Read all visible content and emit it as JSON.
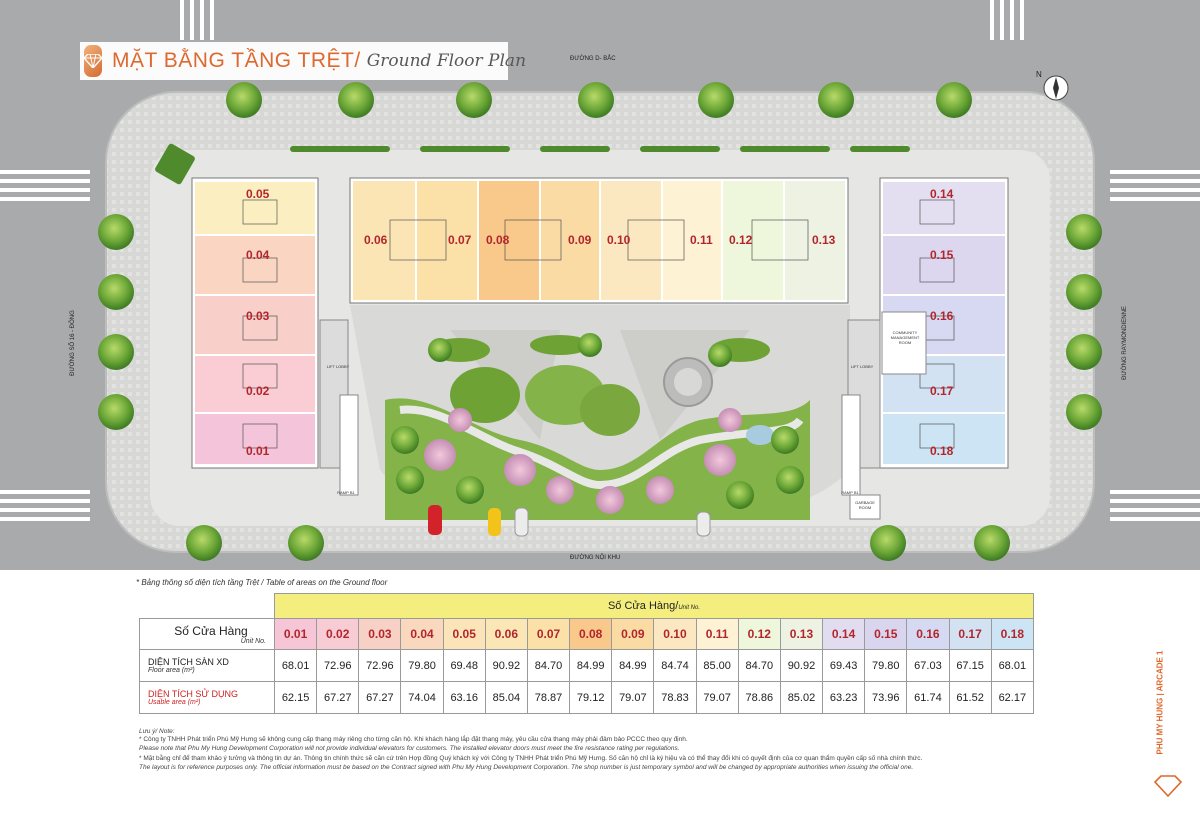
{
  "title": {
    "vn": "MẶT BẰNG TẦNG TRỆT/",
    "en": "Ground Floor Plan"
  },
  "compass": "N",
  "roads": {
    "top": "ĐƯỜNG D- BẮC",
    "left": "ĐƯỜNG SỐ 16 - ĐÔNG",
    "right": "ĐƯỜNG RAYMONDIENNE",
    "bottom": "ĐƯỜNG NỘI KHU"
  },
  "rooms": {
    "lift_lobby_left": "LIFT LOBBY",
    "lift_lobby_right": "LIFT LOBBY",
    "community": "COMMUNITY MANAGEMENT ROOM",
    "ramp_left": "RAMP B1",
    "ramp_right": "RAMP B1",
    "garbage": "GARBAGE ROOM"
  },
  "units": [
    "0.01",
    "0.02",
    "0.03",
    "0.04",
    "0.05",
    "0.06",
    "0.07",
    "0.08",
    "0.09",
    "0.10",
    "0.11",
    "0.12",
    "0.13",
    "0.14",
    "0.15",
    "0.16",
    "0.17",
    "0.18"
  ],
  "table": {
    "note_vn": "* Bảng thông số diện tích tầng Trệt /",
    "note_en": "Table of areas on the Ground floor",
    "header_vn": "Số Cửa Hàng/",
    "header_en": "Unit No.",
    "unit_label_vn": "Số Cửa Hàng",
    "unit_label_en": "Unit No.",
    "floor_label_vn": "DIỆN TÍCH SÀN XD",
    "floor_label_en": "Floor area (m²)",
    "usable_label_vn": "DIỆN TÍCH SỬ DỤNG",
    "usable_label_en": "Usable area (m²)",
    "unit_colors": [
      "#f6c6d6",
      "#f8ccd4",
      "#f8d1c6",
      "#fad8bd",
      "#fbe4b8",
      "#fbe6b6",
      "#fbe0a8",
      "#f8c98a",
      "#fbdba4",
      "#fbe8c0",
      "#fdf2d4",
      "#eef6dc",
      "#eef2e3",
      "#e1dcef",
      "#dad5ef",
      "#d5d9f1",
      "#d3e2f3",
      "#cde4f4"
    ],
    "floor_area": [
      "68.01",
      "72.96",
      "72.96",
      "79.80",
      "69.48",
      "90.92",
      "84.70",
      "84.99",
      "84.99",
      "84.74",
      "85.00",
      "84.70",
      "90.92",
      "69.43",
      "79.80",
      "67.03",
      "67.15",
      "68.01"
    ],
    "usable_area": [
      "62.15",
      "67.27",
      "67.27",
      "74.04",
      "63.16",
      "85.04",
      "78.87",
      "79.12",
      "79.07",
      "78.83",
      "79.07",
      "78.86",
      "85.02",
      "63.23",
      "73.96",
      "61.74",
      "61.52",
      "62.17"
    ]
  },
  "notes": {
    "heading": "Lưu ý/ Note:",
    "n1_vn": "* Công ty TNHH Phát triển Phú Mỹ Hưng sẽ không cung cấp thang máy riêng cho từng căn hộ. Khi khách hàng lắp đặt thang máy, yêu cầu cửa thang máy phải đảm bảo PCCC theo quy định.",
    "n1_en": "Please note that Phu My Hung Development Corporation will not provide individual elevators for customers. The installed elevator doors must meet the fire resistance rating per regulations.",
    "n2_vn": "* Mặt bằng chỉ để tham khảo ý tưởng và thông tin dự án. Thông tin chính thức sẽ căn cứ trên Hợp đồng Quý khách ký với Công ty TNHH Phát triển Phú Mỹ Hưng. Số căn hộ chỉ là ký hiệu và có thể thay đổi khi có quyết định của cơ quan thẩm quyền cấp số nhà chính thức.",
    "n2_en": "The layout is for reference purposes only. The official information must be based on the Contract signed with Phu My Hung Development Corporation. The shop number is just temporary symbol and will be changed by appropriate authorities when issuing the official one."
  },
  "side_label": "PHU MY HUNG | ARCADE 1"
}
